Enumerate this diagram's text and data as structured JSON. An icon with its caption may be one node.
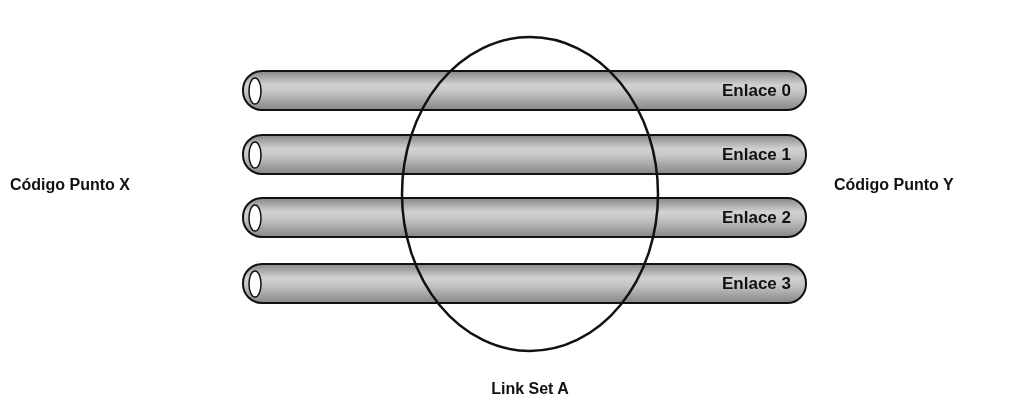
{
  "diagram": {
    "nodes": [
      {
        "text": [
          "Link Set A"
        ]
      },
      {
        "text": [
          "Enlace 0"
        ]
      },
      {
        "text": [
          "Enlace 1"
        ]
      },
      {
        "text": [
          "Enlace 2"
        ]
      },
      {
        "text": [
          "Enlace 3"
        ]
      },
      {
        "text": [
          "Código Punto X"
        ]
      },
      {
        "text": [
          "Código Punto Y"
        ]
      }
    ]
  }
}
